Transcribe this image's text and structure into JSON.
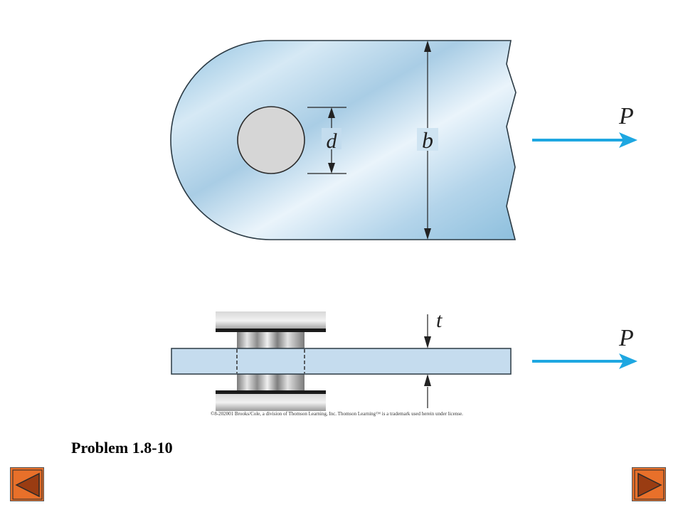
{
  "labels": {
    "diameter": "d",
    "width": "b",
    "thickness": "t",
    "load_top": "P",
    "load_side": "P"
  },
  "copyright": "©8-202001 Brooks/Cole, a division of Thomson Learning, Inc.  Thomson Learning™ is a trademark used herein under license.",
  "title": "Problem 1.8-10",
  "colors": {
    "plate_light": "#e9f3fa",
    "plate_mid": "#b7d6ea",
    "plate_dark": "#7fb3d6",
    "arrow": "#1ea7e1",
    "nav_button": "#e8702a",
    "nav_triangle": "#9a3c12"
  },
  "icons": {
    "prev": "left-triangle-icon",
    "next": "right-triangle-icon"
  }
}
